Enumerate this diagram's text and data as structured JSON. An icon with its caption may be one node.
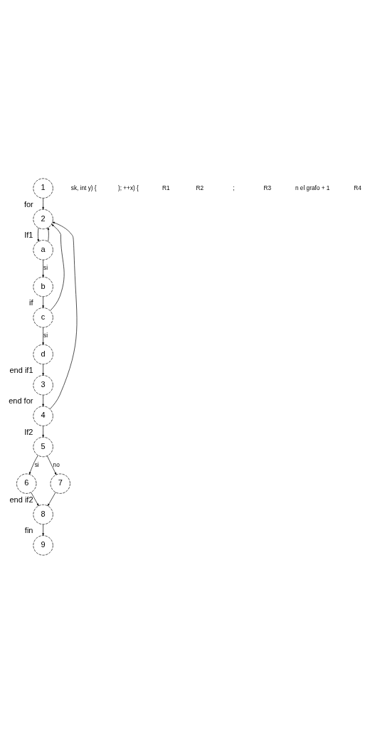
{
  "diagram": {
    "nodes": [
      {
        "text": [
          "1"
        ]
      },
      {
        "text": [
          "2"
        ],
        "beside": [
          "for"
        ]
      },
      {
        "text": [
          "a"
        ],
        "beside": [
          "If1"
        ]
      },
      {
        "text": [
          "b"
        ]
      },
      {
        "text": [
          "c"
        ],
        "beside": [
          "if"
        ]
      },
      {
        "text": [
          "d"
        ]
      },
      {
        "text": [
          "3"
        ],
        "beside": [
          "end if1"
        ]
      },
      {
        "text": [
          "4"
        ],
        "beside": [
          "end for"
        ]
      },
      {
        "text": [
          "5"
        ],
        "beside": [
          "If2"
        ]
      },
      {
        "text": [
          "6"
        ]
      },
      {
        "text": [
          "7"
        ]
      },
      {
        "text": [
          "8"
        ],
        "beside": [
          "end if2"
        ]
      },
      {
        "text": [
          "9"
        ],
        "beside": [
          "fin"
        ]
      }
    ],
    "edges": [
      {
        "from": 0,
        "to": 1,
        "arrow": "to"
      },
      {
        "from": 1,
        "to": 2,
        "arrow": "to"
      },
      {
        "from": 2,
        "to": 3,
        "arrow": "to",
        "label": "si"
      },
      {
        "from": 3,
        "to": 4,
        "arrow": "to"
      },
      {
        "from": 4,
        "to": 5,
        "arrow": "to",
        "label": "si"
      },
      {
        "from": 5,
        "to": 6,
        "arrow": "to"
      },
      {
        "from": 6,
        "to": 7,
        "arrow": "to"
      },
      {
        "from": 2,
        "to": 1,
        "arrow": "to"
      },
      {
        "from": 4,
        "to": 1,
        "arrow": "to"
      },
      {
        "from": 7,
        "to": 1,
        "arrow": "to"
      },
      {
        "from": 7,
        "to": 8,
        "arrow": "to"
      },
      {
        "from": 8,
        "to": 9,
        "arrow": "to",
        "label": "si"
      },
      {
        "from": 8,
        "to": 10,
        "arrow": "to",
        "label": "no"
      },
      {
        "from": 9,
        "to": 11,
        "arrow": "to"
      },
      {
        "from": 10,
        "to": 11,
        "arrow": "to"
      },
      {
        "from": 11,
        "to": 12,
        "arrow": "to"
      }
    ],
    "labels": [
      "sk, int y) {",
      "); ++x) {",
      "R1",
      "R2",
      ";",
      "R3",
      "n el grafo + 1",
      "R4"
    ]
  }
}
